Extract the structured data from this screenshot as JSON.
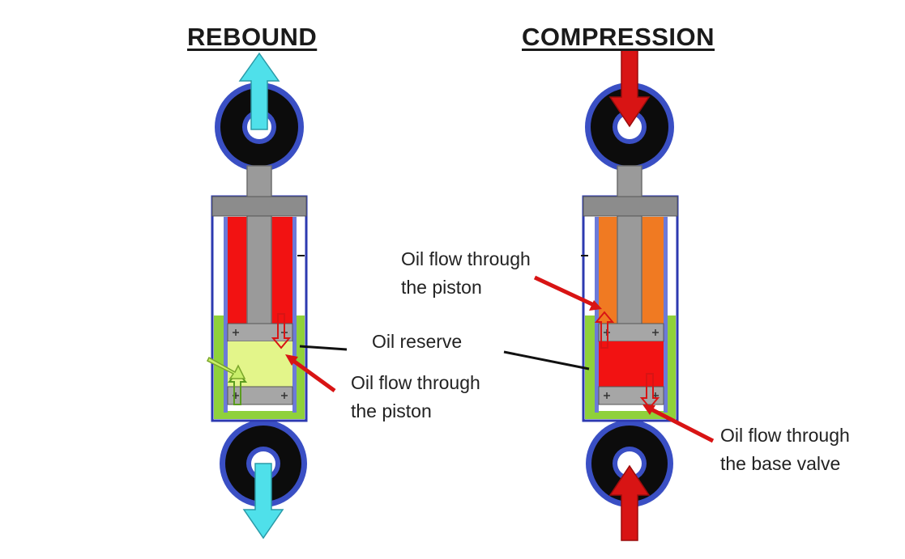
{
  "headings": {
    "rebound": "REBOUND",
    "compression": "COMPRESSION"
  },
  "labels": {
    "oil_reserve": "Oil reserve",
    "rebound_piston_flow": [
      "Oil flow through",
      "the piston"
    ],
    "compression_piston_flow": [
      "Oil flow through",
      "the piston"
    ],
    "base_valve_flow": [
      "Oil flow through",
      "the base valve"
    ]
  },
  "colors": {
    "eye_outer": "#3a4fc4",
    "eye_inner": "#0c0c0c",
    "rod": "#9a9a9a",
    "rebound_chamber": "#f21212",
    "compression_chamber": "#f07a22",
    "oil_reserve": "#8fd13a",
    "rebound_piston_chamber": "#e3f58a",
    "compression_piston_chamber": "#f21212",
    "rebound_arrow": "#4fe0ea",
    "compression_arrow": "#d81414",
    "leader_red": "#d81414",
    "leader_black": "#111111"
  },
  "icons": {
    "rebound_motion": "double-up-down-arrow-icon",
    "compression_motion": "converging-arrows-icon"
  }
}
